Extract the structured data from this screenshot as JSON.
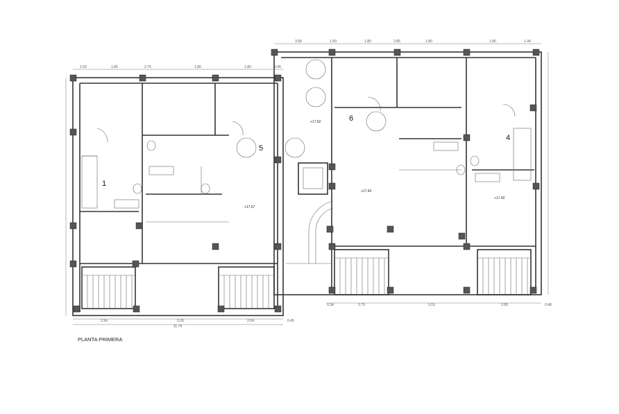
{
  "title": "PLANTA PRIMERA",
  "rooms": [
    "1",
    "5",
    "6",
    "4"
  ],
  "levels": [
    "+17.62",
    "+17.67",
    "+17.42",
    "+17.42"
  ],
  "dims_left_bottom": [
    "2.96",
    "5.20",
    "2.04",
    "0.45"
  ],
  "dim_left_total": "11.74",
  "dims_right_bottom": [
    "0.34",
    "2.75",
    "5.15",
    "2.85",
    "0.48"
  ],
  "dims_left_top": [
    "1.50",
    "1.80",
    "2.75",
    "1.80",
    "1.80",
    "0.45"
  ],
  "dims_right_top": [
    "3.58",
    "1.50",
    "1.80",
    "2.85",
    "1.80",
    "1.80",
    "1.44"
  ]
}
